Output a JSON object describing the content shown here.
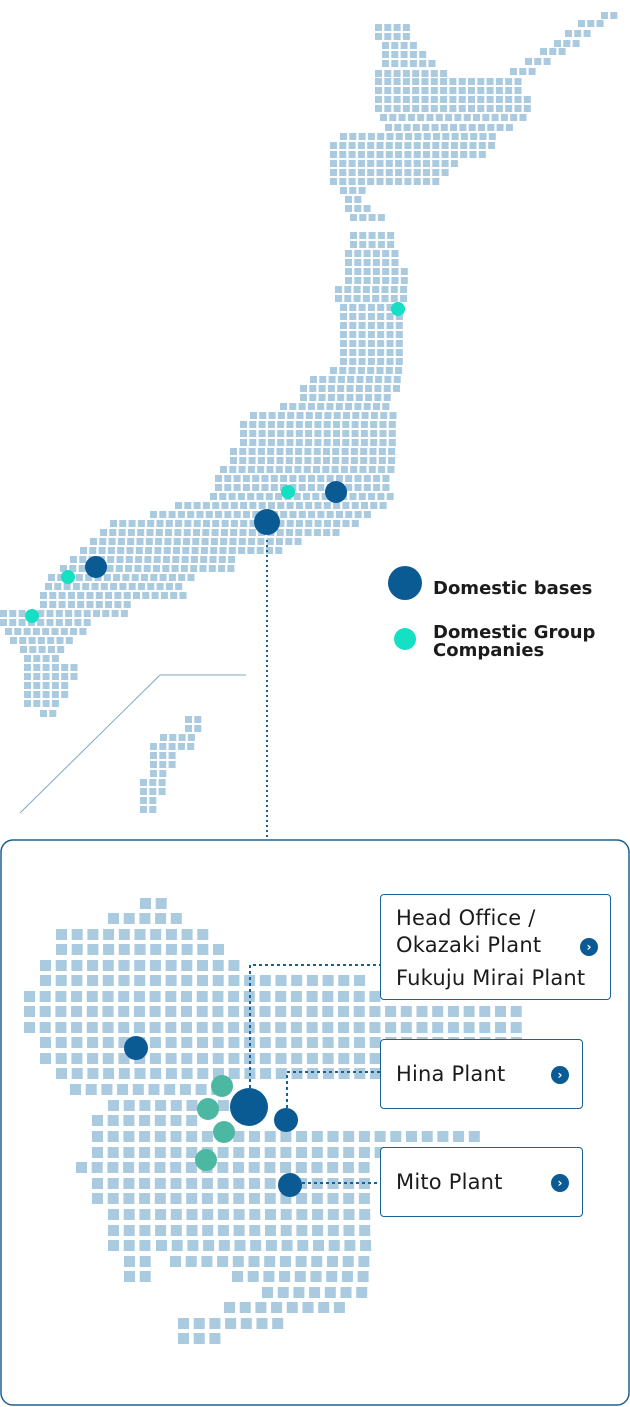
{
  "legend": {
    "domestic_bases": "Domestic bases",
    "group_companies_line1": "Domestic Group",
    "group_companies_line2": "Companies"
  },
  "plants": {
    "head_office_line1": "Head Office /",
    "head_office_line2": "Okazaki Plant",
    "fukuju_mirai": "Fukuju Mirai Plant",
    "hina": "Hina Plant",
    "mito": "Mito Plant"
  },
  "colors": {
    "land_tile": "#a9cadf",
    "domestic_base": "#0a5a94",
    "group_company": "#15e0c4",
    "group_company_detail": "#4db8a2",
    "box_border": "#1b6092",
    "connector": "#1b6092"
  },
  "icons": {
    "plant_link": "chevron-right-icon"
  }
}
